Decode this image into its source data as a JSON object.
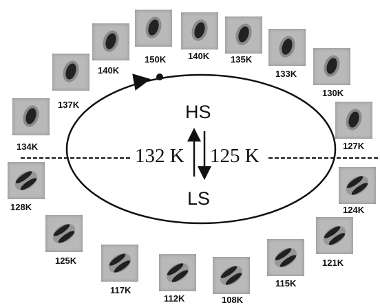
{
  "states": {
    "high_spin": "HS",
    "low_spin": "LS"
  },
  "transition": {
    "heating": "132 K",
    "cooling": "125 K"
  },
  "snapshots": [
    {
      "label": "150K",
      "phase": "HS"
    },
    {
      "label": "140K",
      "phase": "HS"
    },
    {
      "label": "135K",
      "phase": "HS"
    },
    {
      "label": "133K",
      "phase": "HS"
    },
    {
      "label": "130K",
      "phase": "HS"
    },
    {
      "label": "127K",
      "phase": "HS"
    },
    {
      "label": "124K",
      "phase": "LS"
    },
    {
      "label": "121K",
      "phase": "LS"
    },
    {
      "label": "115K",
      "phase": "LS"
    },
    {
      "label": "108K",
      "phase": "LS"
    },
    {
      "label": "112K",
      "phase": "LS"
    },
    {
      "label": "117K",
      "phase": "LS"
    },
    {
      "label": "125K",
      "phase": "LS"
    },
    {
      "label": "128K",
      "phase": "LS"
    },
    {
      "label": "134K",
      "phase": "HS"
    },
    {
      "label": "137K",
      "phase": "HS"
    },
    {
      "label": "140K",
      "phase": "HS"
    }
  ]
}
